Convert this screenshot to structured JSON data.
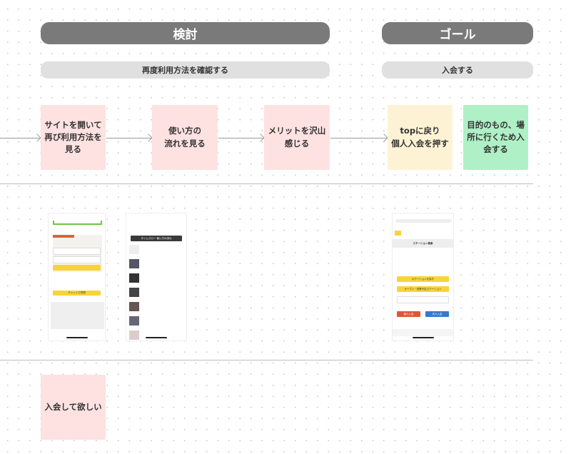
{
  "phases": [
    {
      "label": "検討"
    },
    {
      "label": "ゴール"
    }
  ],
  "sub_phases": [
    {
      "label": "再度利用方法を確認する"
    },
    {
      "label": "入会する"
    }
  ],
  "notes": [
    {
      "text": "サイトを開いて\n再び利用方法を\n見る",
      "color": "#fde2e1"
    },
    {
      "text": "使い方の\n流れを見る",
      "color": "#fde2e1"
    },
    {
      "text": "メリットを沢山\n感じる",
      "color": "#fde2e1"
    },
    {
      "text": "topに戻り\n個人入会を押す",
      "color": "#fdf3d4"
    },
    {
      "text": "目的のもの、場\n所に行くため入\n会する",
      "color": "#aff0c6"
    }
  ],
  "bottom_note": {
    "text": "入会して欲しい",
    "color": "#fde2e1"
  },
  "screens": {
    "screen1": {
      "chat_button": "チャットで質問"
    },
    "screen2": {
      "header": "タイムズカー 使い方の流れ"
    },
    "screen3": {
      "title": "ステーション検索",
      "find_button": "ステーションを探す",
      "open_button": "オープン・営業予定ステーション",
      "personal_join": "個人入会",
      "corporate_join": "法人入会"
    }
  }
}
